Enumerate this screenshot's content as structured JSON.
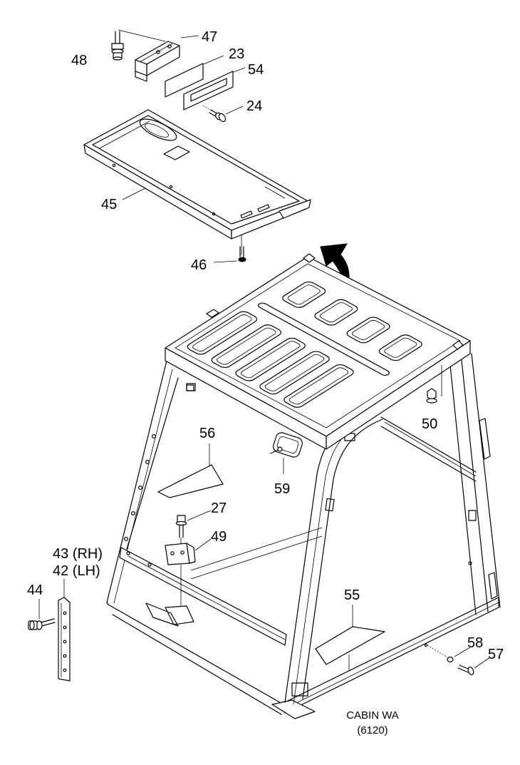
{
  "callouts": {
    "p47": "47",
    "p48": "48",
    "p23": "23",
    "p54": "54",
    "p24": "24",
    "p45": "45",
    "p46": "46",
    "p50": "50",
    "p56": "56",
    "p59": "59",
    "p27": "27",
    "p49": "49",
    "p43": "43 (RH)",
    "p42": "42 (LH)",
    "p44": "44",
    "p55": "55",
    "p58": "58",
    "p57": "57"
  },
  "caption": {
    "line1": "CABIN WA",
    "line2": "(6120)"
  },
  "colors": {
    "line": "#000000",
    "background": "#ffffff"
  }
}
